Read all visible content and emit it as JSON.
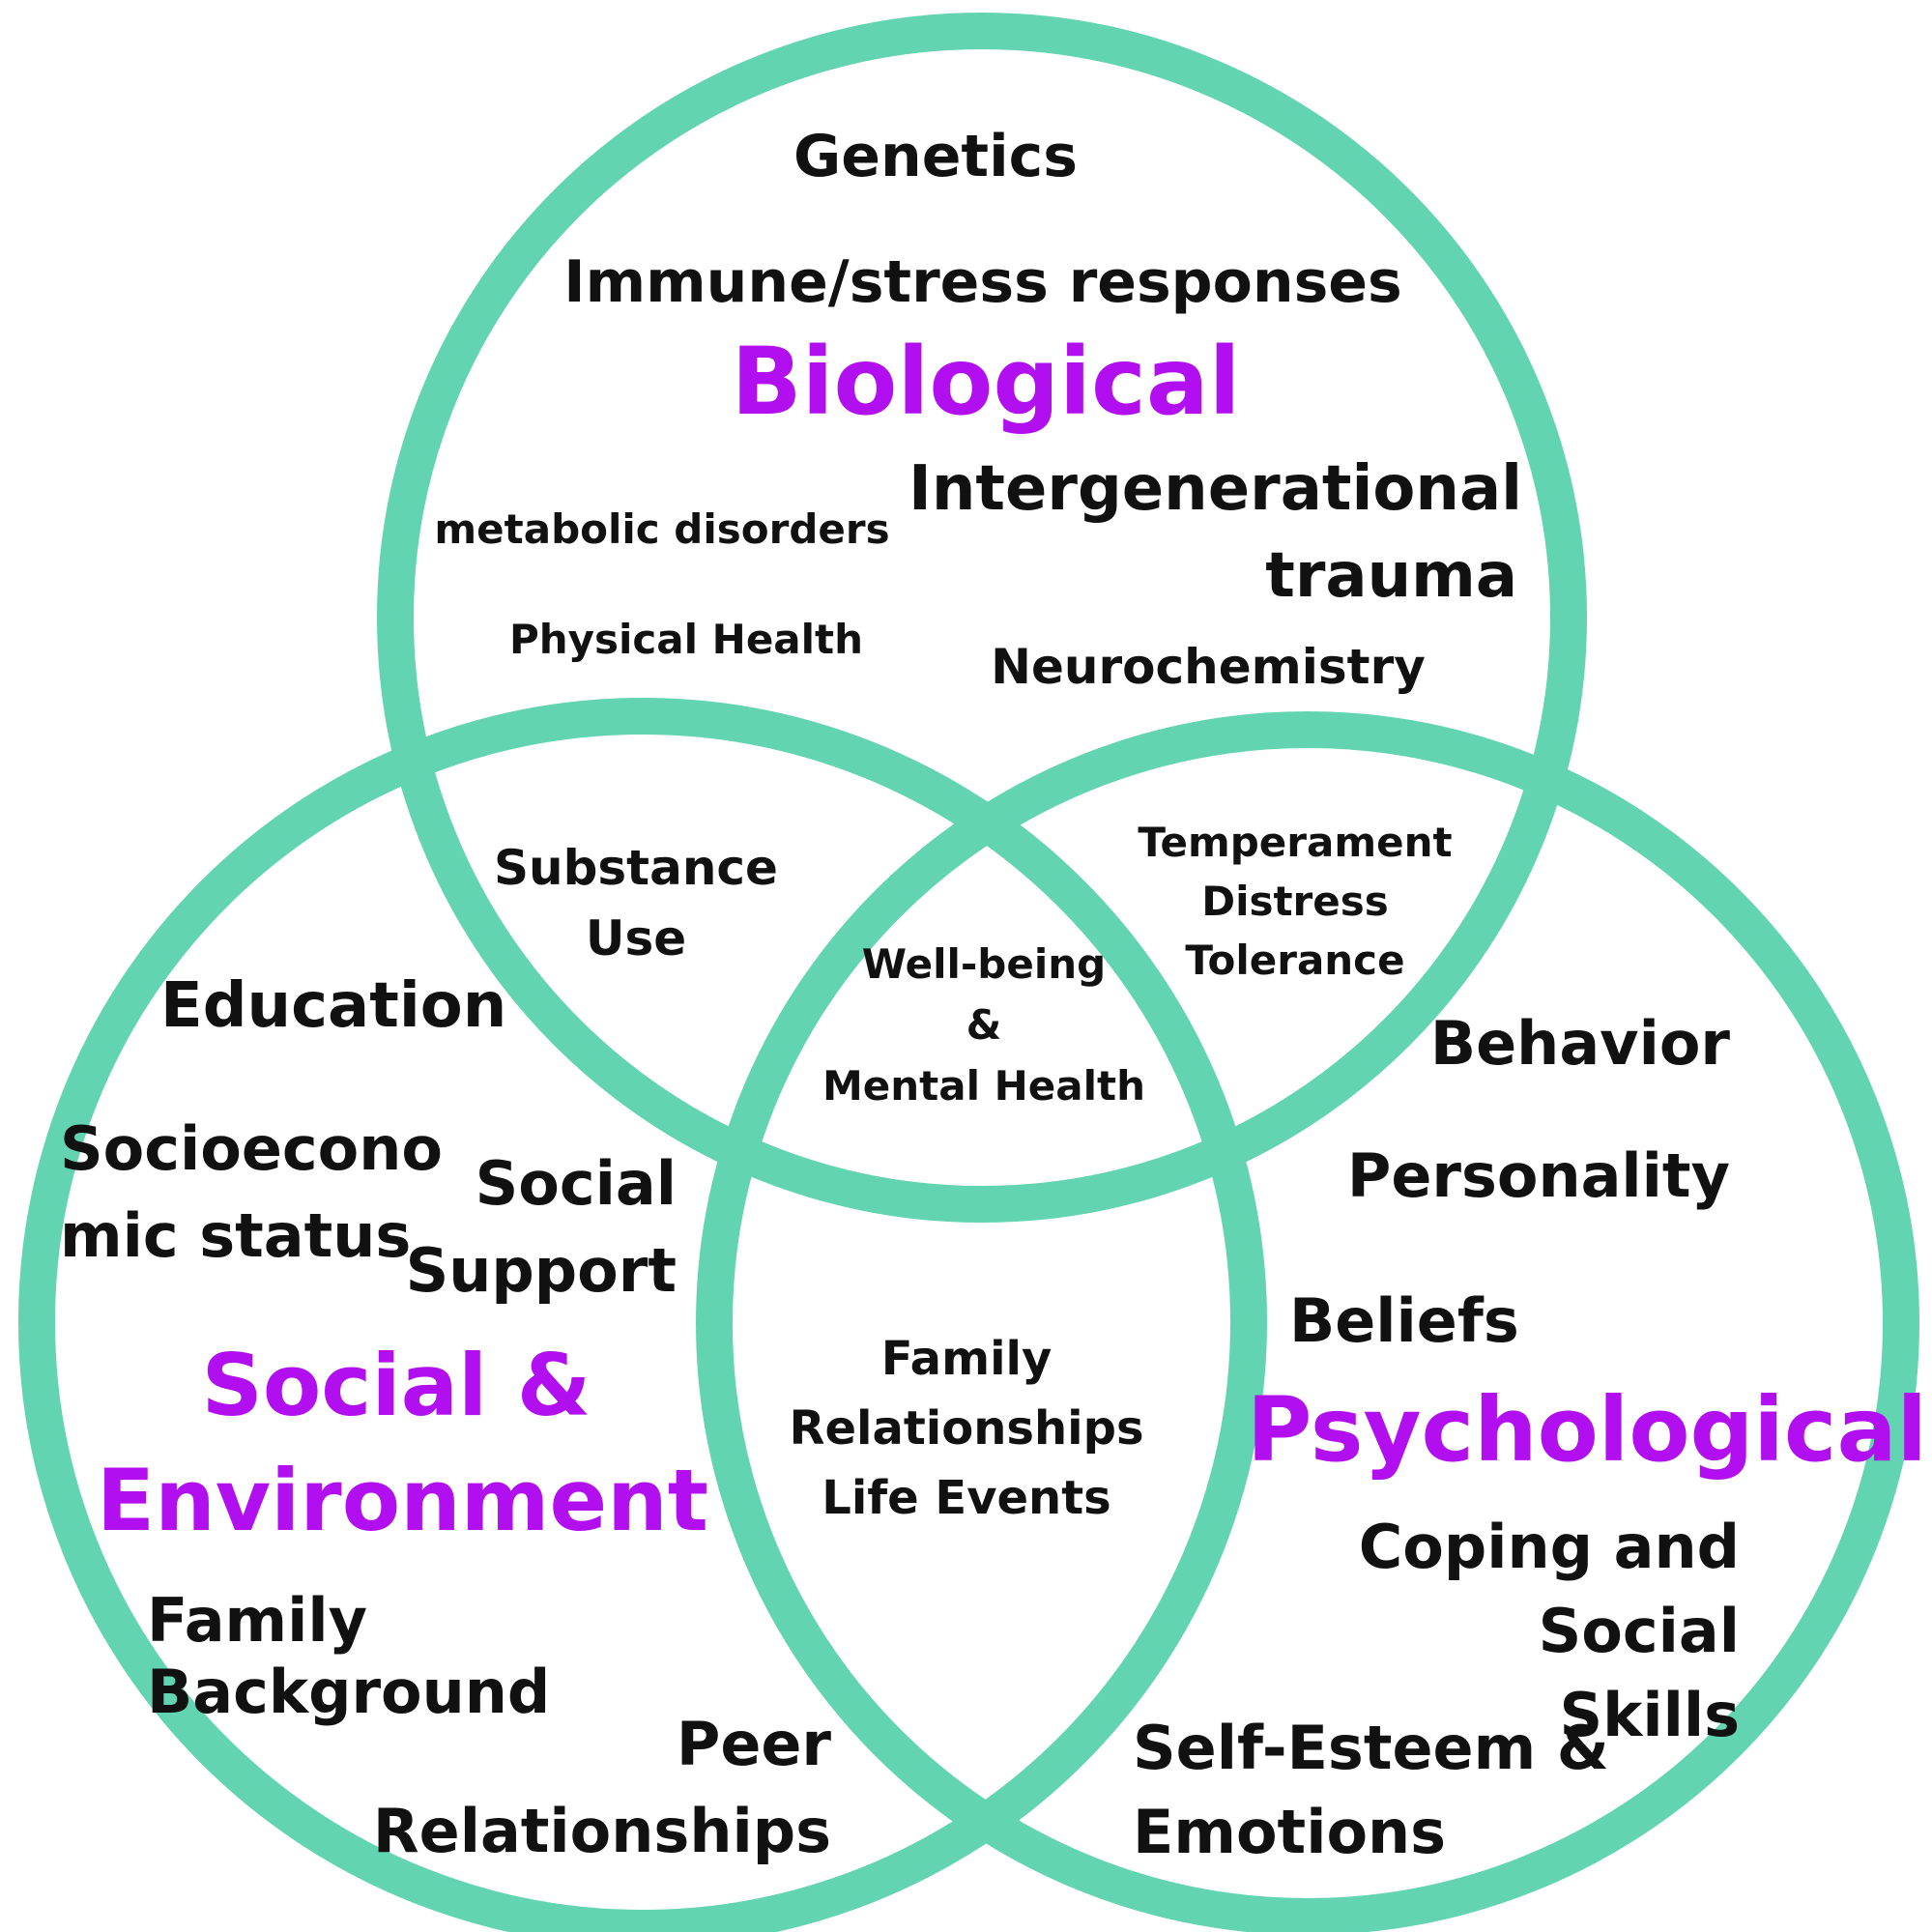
{
  "colors": {
    "ring": "#63d4b1",
    "title": "#b10ff0",
    "text": "#111111"
  },
  "circles": {
    "biological": {
      "title": "Biological",
      "items": {
        "genetics": "Genetics",
        "immune": "Immune/stress responses",
        "intergenerational": "Intergenerational\ntrauma",
        "metabolic": "metabolic disorders",
        "physical_health": "Physical Health",
        "neurochemistry": "Neurochemistry"
      }
    },
    "social": {
      "title": "Social &\nEnvironment",
      "items": {
        "education": "Education",
        "socioeconomic": "Socioecono\nmic status",
        "social_support": "Social\nSupport",
        "family_background": "Family Background",
        "peer_relationships": "Peer\nRelationships"
      }
    },
    "psychological": {
      "title": "Psychological",
      "items": {
        "behavior": "Behavior",
        "personality": "Personality",
        "beliefs": "Beliefs",
        "coping": "Coping and Social\nSkills",
        "self_esteem": "Self-Esteem &\nEmotions"
      }
    }
  },
  "overlaps": {
    "bio_social": "Substance\nUse",
    "bio_psych": "Temperament\nDistress\nTolerance",
    "social_psych": "Family\nRelationships\nLife Events",
    "center": "Well-being\n&\nMental Health"
  }
}
